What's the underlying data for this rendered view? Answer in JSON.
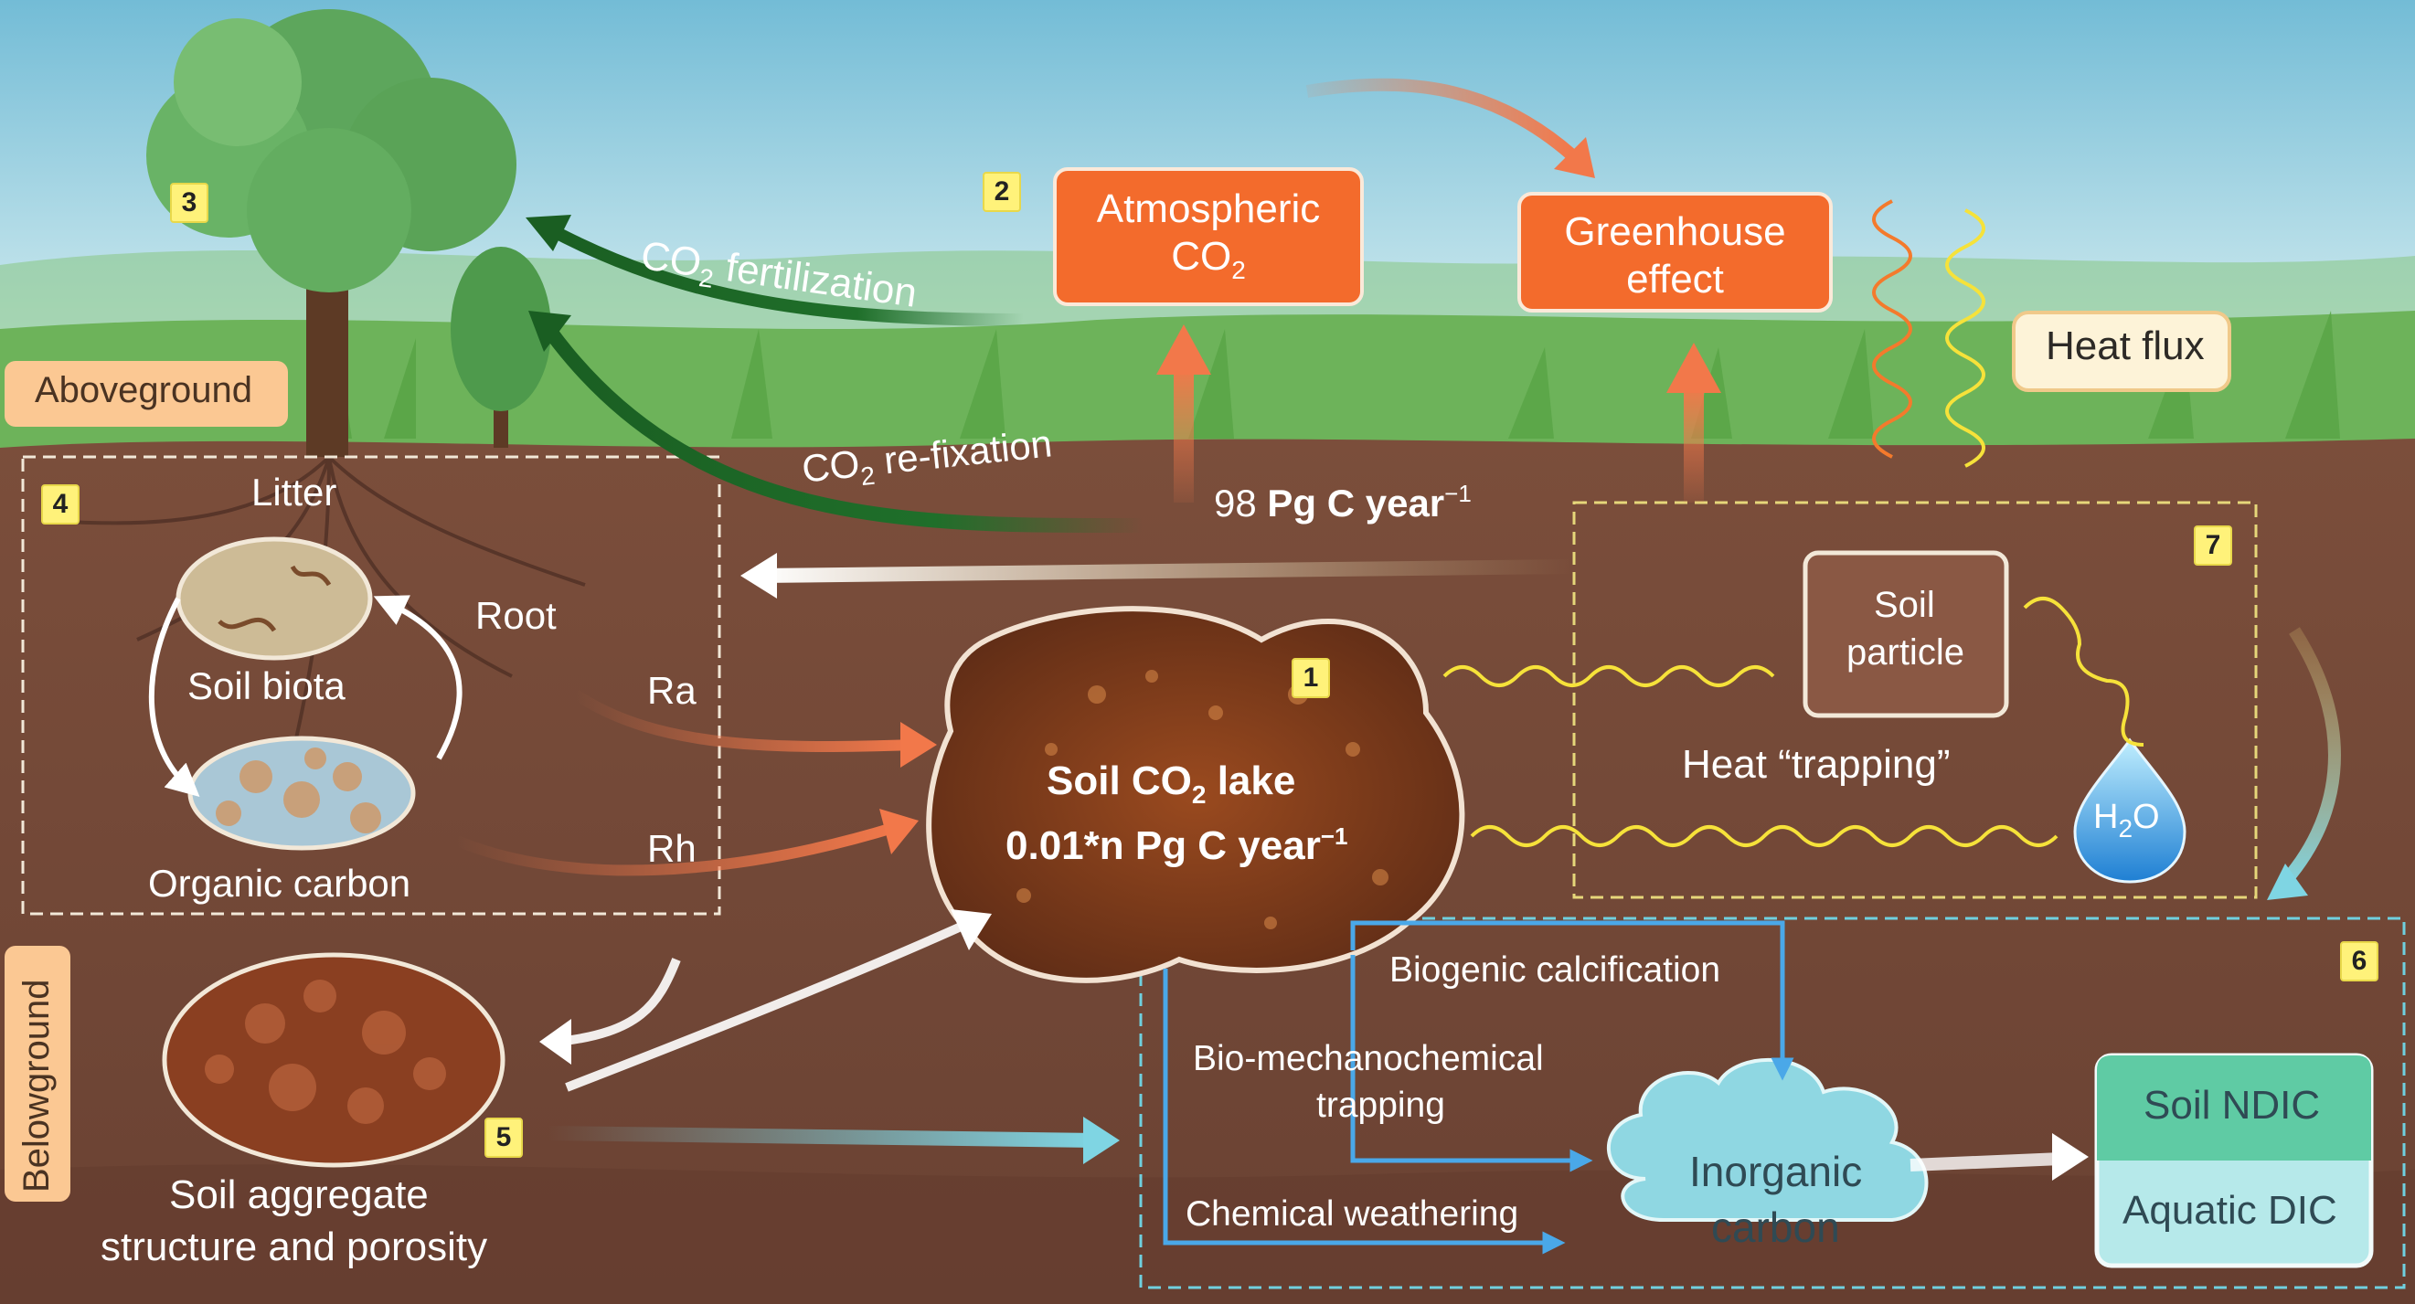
{
  "colors": {
    "sky_top": "#7fc3da",
    "sky_bottom": "#d8eef0",
    "grass": "#6fb35b",
    "soil": "#7a4f3c",
    "soil_dark": "#5e3b2d",
    "orange_box": "#f36b2c",
    "cyan": "#8fd7e2",
    "label_yellow": "#fff27a"
  },
  "regions": {
    "aboveground": "Aboveground",
    "belowground": "Belowground"
  },
  "numbers": [
    "1",
    "2",
    "3",
    "4",
    "5",
    "6",
    "7"
  ],
  "atmosphere": {
    "atmospheric_co2_line1": "Atmospheric",
    "atmospheric_co2_line2": "CO",
    "atmospheric_co2_sub": "2",
    "greenhouse_line1": "Greenhouse",
    "greenhouse_line2": "effect",
    "heat_flux": "Heat flux"
  },
  "fluxes": {
    "fertilization_co": "CO",
    "fertilization_sub": "2",
    "fertilization_text": " fertilization",
    "refixation_co": "CO",
    "refixation_sub": "2",
    "refixation_text": " re-fixation",
    "emission_value": "98 ",
    "emission_unit": "Pg C year",
    "emission_exp": "−1",
    "ra": "Ra",
    "rh": "Rh"
  },
  "box4": {
    "litter": "Litter",
    "root": "Root",
    "soil_biota": "Soil biota",
    "organic_carbon": "Organic carbon"
  },
  "lake": {
    "line1_a": "Soil CO",
    "line1_sub": "2",
    "line1_b": " lake",
    "line2_a": "0.01*n Pg C year",
    "line2_exp": "−1"
  },
  "box7": {
    "soil_particle_line1": "Soil",
    "soil_particle_line2": "particle",
    "heat_trapping": "Heat “trapping”",
    "water_h": "H",
    "water_sub": "2",
    "water_o": "O"
  },
  "aggregate": {
    "line1": "Soil  aggregate",
    "line2": "structure and porosity"
  },
  "box6": {
    "biogenic": "Biogenic calcification",
    "biomech_line1": "Bio-mechanochemical",
    "biomech_line2": "trapping",
    "chemical": "Chemical weathering",
    "inorganic_line1": "Inorganic",
    "inorganic_line2": "carbon",
    "soil_ndic": "Soil NDIC",
    "aquatic_dic": "Aquatic DIC"
  }
}
